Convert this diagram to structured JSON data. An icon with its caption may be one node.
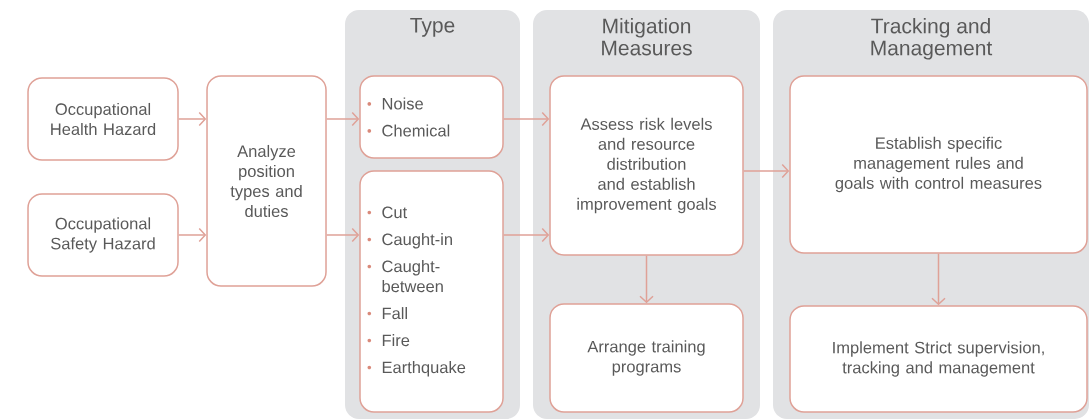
{
  "diagram": {
    "nodes": [
      {
        "text": [
          "Occupational Health Hazard"
        ]
      },
      {
        "text": [
          "Occupational Safety Hazard"
        ]
      },
      {
        "text": [
          "Analyze position types and duties"
        ]
      },
      {
        "text": [
          "Type"
        ]
      },
      {
        "text": [
          "Noise",
          "Chemical"
        ],
        "in": 3
      },
      {
        "text": [
          "Cut",
          "Caught-in",
          "Caught-between",
          "Fall",
          "Fire",
          "Earthquake"
        ],
        "in": 3
      },
      {
        "text": [
          "Mitigation Measures"
        ]
      },
      {
        "text": [
          "Assess risk levels and resource distribution and establish improvement goals"
        ],
        "in": 6
      },
      {
        "text": [
          "Arrange training programs"
        ],
        "in": 6
      },
      {
        "text": [
          "Tracking and Management"
        ]
      },
      {
        "text": [
          "Establish specific management rules and goals with control measures"
        ],
        "in": 9
      },
      {
        "text": [
          "Implement Strict supervision, tracking and management"
        ],
        "in": 9
      }
    ],
    "edges": [
      {
        "from": 0,
        "to": 2,
        "arrow": "to"
      },
      {
        "from": 1,
        "to": 2,
        "arrow": "to"
      },
      {
        "from": 2,
        "to": 4,
        "arrow": "to"
      },
      {
        "from": 2,
        "to": 5,
        "arrow": "to"
      },
      {
        "from": 4,
        "to": 7,
        "arrow": "to"
      },
      {
        "from": 5,
        "to": 7,
        "arrow": "to"
      },
      {
        "from": 7,
        "to": 10,
        "arrow": "to"
      },
      {
        "from": 7,
        "to": 8,
        "arrow": "to"
      },
      {
        "from": 10,
        "to": 11,
        "arrow": "to"
      }
    ]
  }
}
